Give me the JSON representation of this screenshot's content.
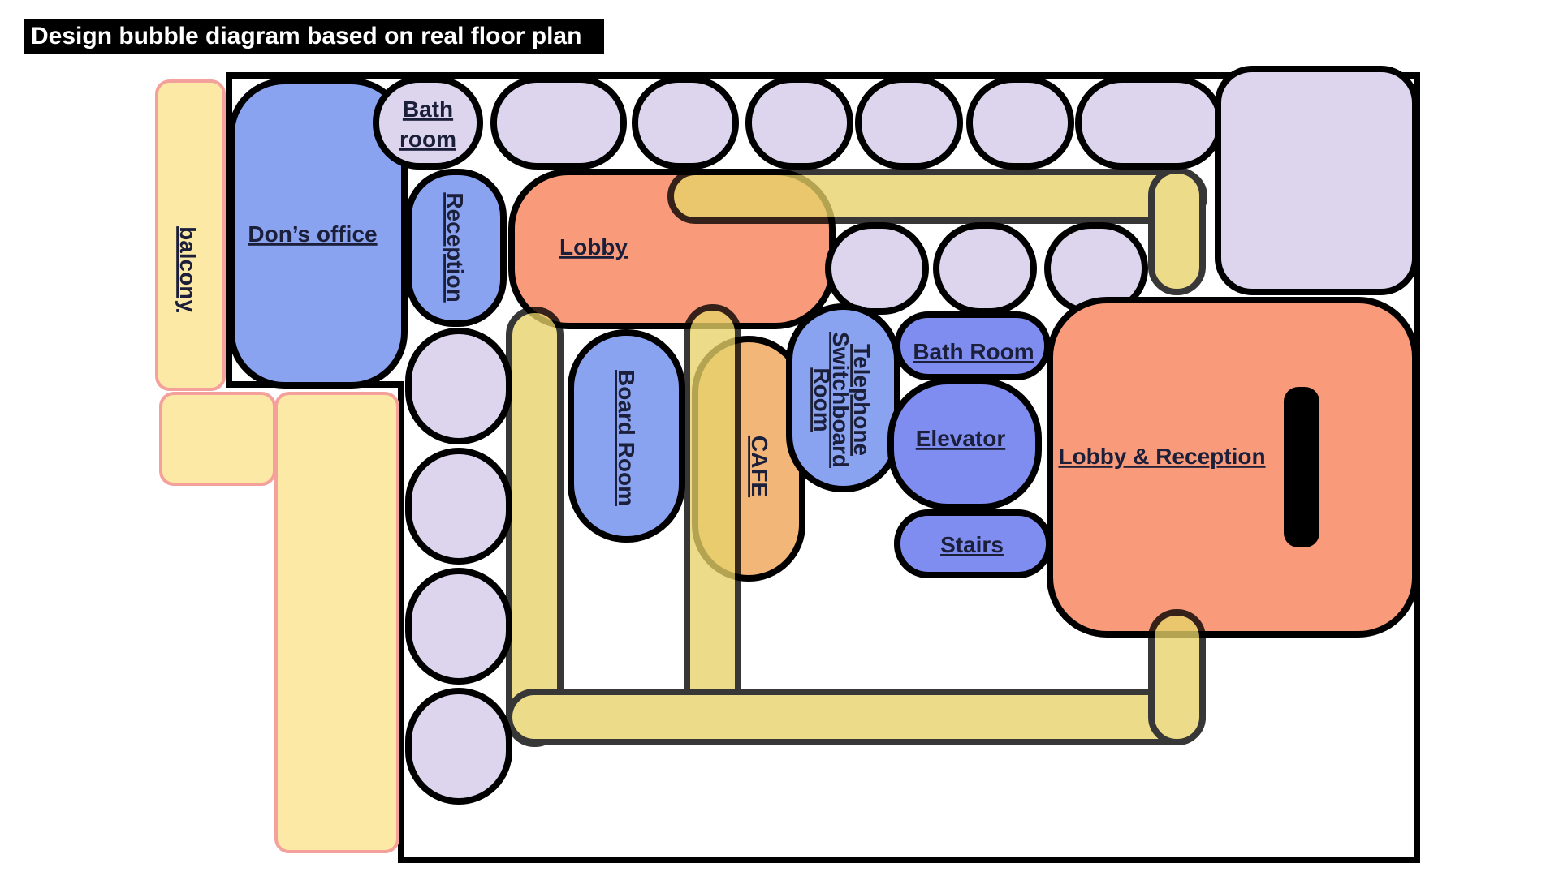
{
  "title": "Design bubble diagram based on real floor plan",
  "labels": {
    "balcony": "balcony",
    "dons_office": "Don’s office",
    "bath_room_top_1": "Bath",
    "bath_room_top_2": "room",
    "reception": "Reception",
    "lobby": "Lobby",
    "board_room": "Board Room",
    "cafe": "CAFE",
    "telephone_1": "Telephone",
    "telephone_2": "Switchboard",
    "telephone_3": "Room",
    "bath_room_mid": "Bath Room",
    "elevator": "Elevator",
    "stairs": "Stairs",
    "lobby_reception": "Lobby & Reception"
  },
  "colors": {
    "office_blue": "#8aa3f1",
    "lavender": "#ddd5ee",
    "salmon": "#f99b7b",
    "yellow_corridor": "#e7d36a",
    "cream": "#fde9a6",
    "cafe_orange": "#f3b679",
    "outline": "#000000",
    "pink_outline": "#f3a19a"
  }
}
